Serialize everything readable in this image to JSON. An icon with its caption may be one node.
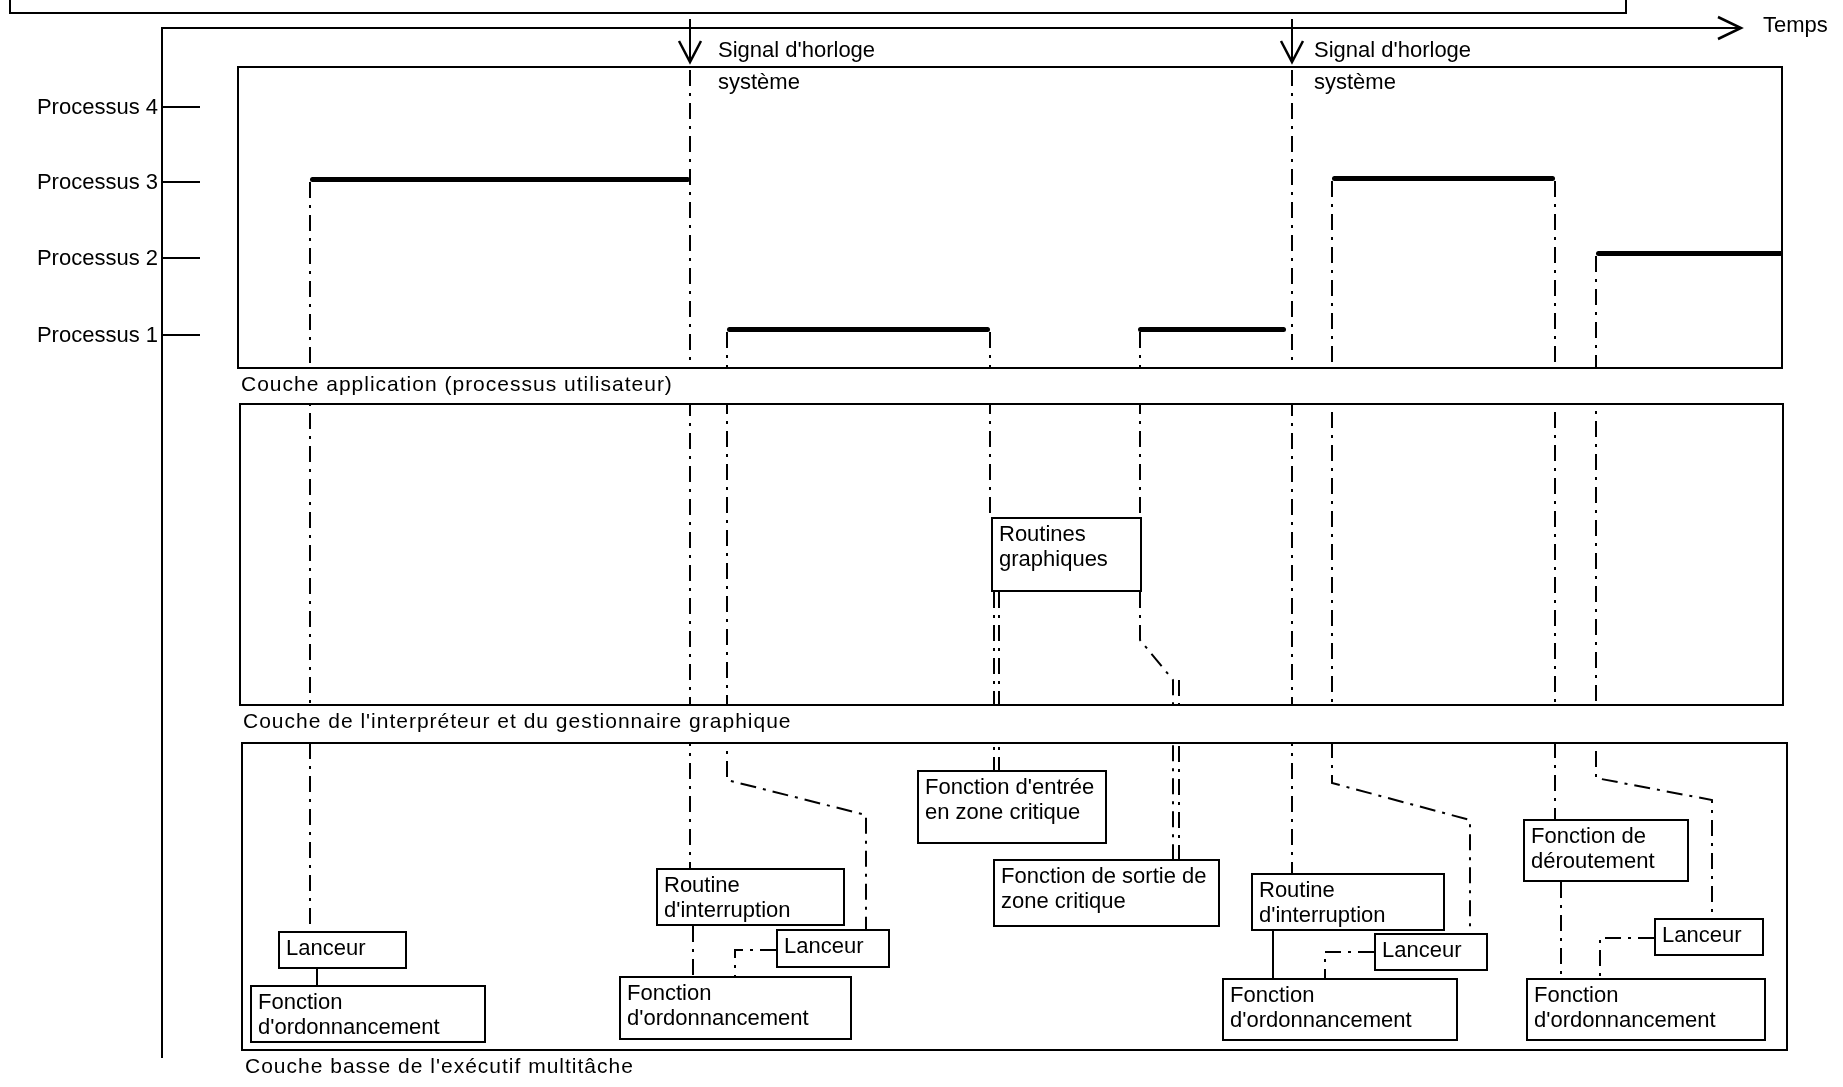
{
  "diagram": {
    "nodes": [
      {
        "text": [
          "Couche application (processus utilisateur)"
        ]
      },
      {
        "text": [
          "Couche de l'interpréteur et du gestionnaire graphique"
        ]
      },
      {
        "text": [
          "Routines graphiques"
        ],
        "in": 1
      },
      {
        "text": [
          "Couche basse de l'exécutif multitâche"
        ]
      },
      {
        "text": [
          "Lanceur"
        ],
        "in": 3
      },
      {
        "text": [
          "Fonction d'ordonnancement"
        ],
        "in": 3
      },
      {
        "text": [
          "Routine d'interruption"
        ],
        "in": 3
      },
      {
        "text": [
          "Lanceur"
        ],
        "in": 3
      },
      {
        "text": [
          "Fonction d'ordonnancement"
        ],
        "in": 3
      },
      {
        "text": [
          "Fonction d'entrée en zone critique"
        ],
        "in": 3
      },
      {
        "text": [
          "Fonction de sortie de zone critique"
        ],
        "in": 3
      },
      {
        "text": [
          "Routine d'interruption"
        ],
        "in": 3
      },
      {
        "text": [
          "Lanceur"
        ],
        "in": 3
      },
      {
        "text": [
          "Fonction d'ordonnancement"
        ],
        "in": 3
      },
      {
        "text": [
          "Fonction de déroutement"
        ],
        "in": 3
      },
      {
        "text": [
          "Lanceur"
        ],
        "in": 3
      },
      {
        "text": [
          "Fonction d'ordonnancement"
        ],
        "in": 3
      },
      {
        "text": [],
        "shape": "bar",
        "in": 0
      },
      {
        "text": [],
        "shape": "bar",
        "in": 0
      },
      {
        "text": [],
        "shape": "bar",
        "in": 0
      },
      {
        "text": [],
        "shape": "bar",
        "in": 0
      },
      {
        "text": [],
        "shape": "bar",
        "in": 0
      }
    ],
    "edges": [
      {
        "from": 4,
        "to": 5,
        "arrow": "none"
      },
      {
        "from": 7,
        "to": 8,
        "arrow": "none",
        "style": "dashed"
      },
      {
        "from": 11,
        "to": 13,
        "arrow": "none"
      },
      {
        "from": 12,
        "to": 13,
        "arrow": "none",
        "style": "dashed"
      },
      {
        "from": 15,
        "to": 16,
        "arrow": "none",
        "style": "dashed"
      },
      {
        "from": 17,
        "to": 4,
        "arrow": "none",
        "style": "dashed"
      },
      {
        "from": 0,
        "to": 6,
        "arrow": "none",
        "style": "dashed"
      },
      {
        "from": 6,
        "to": 8,
        "arrow": "none",
        "style": "dashed"
      },
      {
        "from": 18,
        "to": 7,
        "arrow": "none",
        "style": "dashed"
      },
      {
        "from": 18,
        "to": 2,
        "arrow": "none",
        "style": "dashed"
      },
      {
        "from": 19,
        "to": 2,
        "arrow": "none",
        "style": "dashed"
      },
      {
        "from": 2,
        "to": 9,
        "arrow": "none",
        "style": "dashed"
      },
      {
        "from": 2,
        "to": 10,
        "arrow": "none",
        "style": "dashed"
      },
      {
        "from": 0,
        "to": 11,
        "arrow": "none",
        "style": "dashed"
      },
      {
        "from": 20,
        "to": 12,
        "arrow": "none",
        "style": "dashed"
      },
      {
        "from": 20,
        "to": 14,
        "arrow": "none",
        "style": "dashed"
      },
      {
        "from": 14,
        "to": 16,
        "arrow": "none",
        "style": "dashed"
      },
      {
        "from": 21,
        "to": 15,
        "arrow": "none",
        "style": "dashed"
      }
    ],
    "labels": [
      "Temps",
      "Signal d'horloge système",
      "Signal d'horloge système",
      "Processus 4",
      "Processus 3",
      "Processus 2",
      "Processus 1"
    ]
  }
}
